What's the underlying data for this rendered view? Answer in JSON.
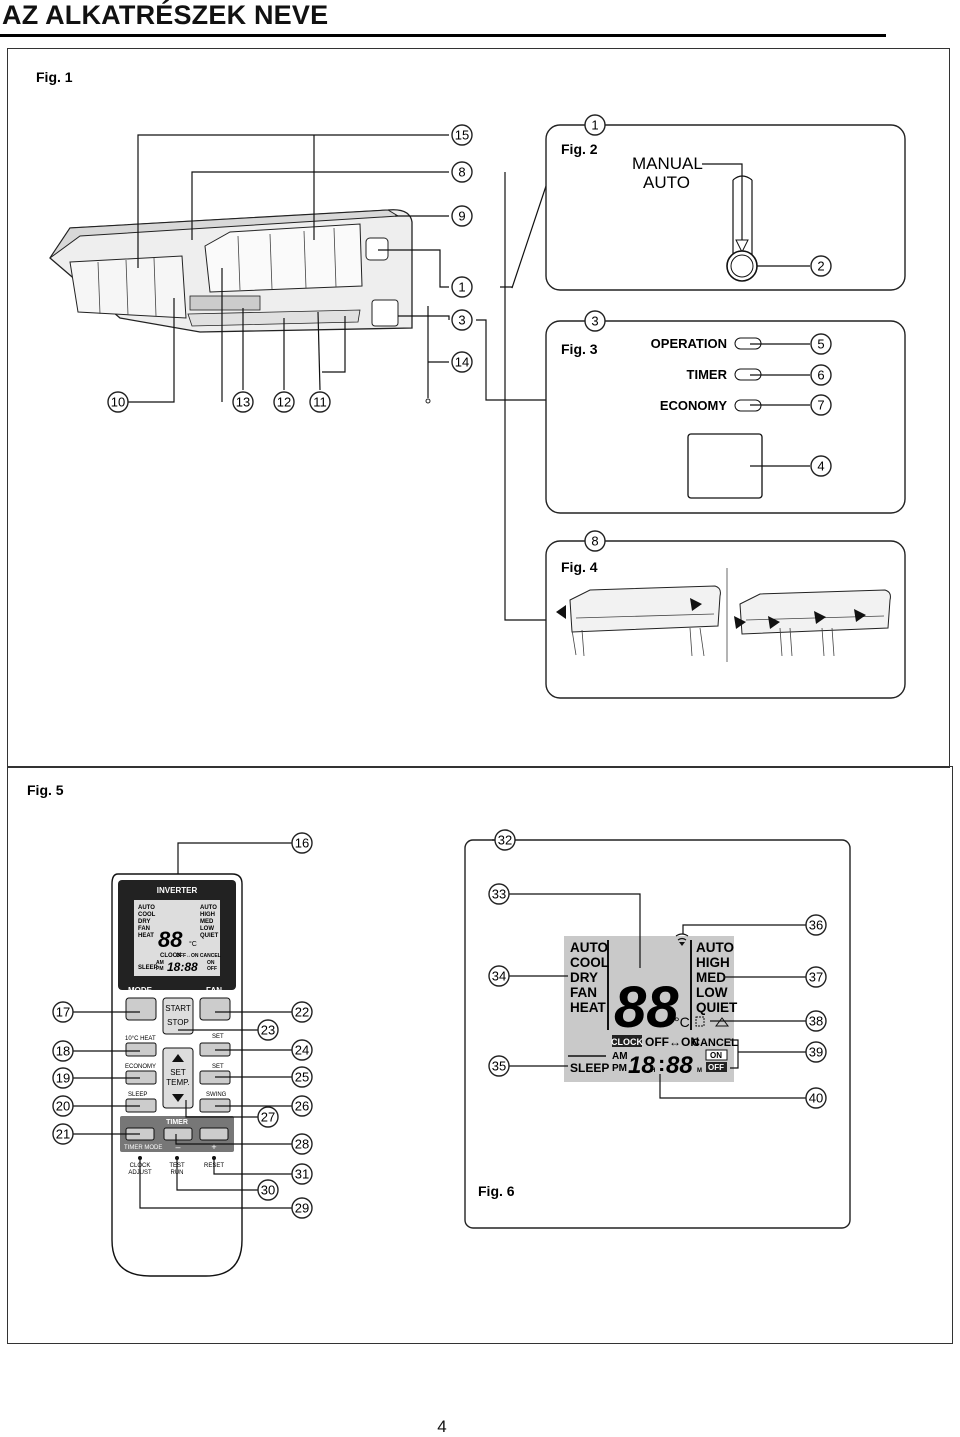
{
  "header": {
    "title": "AZ ALKATRÉSZEK NEVE"
  },
  "page_number": "4",
  "figures": {
    "fig1": "Fig. 1",
    "fig2": "Fig. 2",
    "fig3": "Fig. 3",
    "fig4": "Fig. 4",
    "fig5": "Fig. 5",
    "fig6": "Fig. 6"
  },
  "fig2": {
    "manual_line1": "MANUAL",
    "manual_line2": "AUTO"
  },
  "fig3": {
    "operation": "OPERATION",
    "timer": "TIMER",
    "economy": "ECONOMY"
  },
  "remote": {
    "brand": "INVERTER",
    "mode": "MODE",
    "fan": "FAN",
    "start": "START",
    "stop": "STOP",
    "heat10": "10°C HEAT",
    "economy": "ECONOMY",
    "sleep": "SLEEP",
    "set_temp1": "SET",
    "set_temp2": "TEMP.",
    "set_fan": "SET",
    "set_swing": "SET",
    "swing": "SWING",
    "timer": "TIMER",
    "timer_mode": "TIMER MODE",
    "minus": "–",
    "plus": "+",
    "clock1": "CLOCK",
    "clock2": "ADJUST",
    "test1": "TEST",
    "test2": "RUN",
    "reset": "RESET",
    "lcd_modes": [
      "AUTO",
      "COOL",
      "DRY",
      "FAN",
      "HEAT"
    ],
    "lcd_fans": [
      "AUTO",
      "HIGH",
      "MED",
      "LOW",
      "QUIET"
    ],
    "lcd_digits": "88",
    "lcd_unit": "°C",
    "lcd_clock": "CLOCK",
    "lcd_offon": "OFF↔ON CANCEL",
    "lcd_sleep": "SLEEP",
    "lcd_am": "AM",
    "lcd_pm": "PM",
    "lcd_time": "18:88",
    "lcd_on": "ON",
    "lcd_off": "OFF"
  },
  "lcd": {
    "modes": [
      "AUTO",
      "COOL",
      "DRY",
      "FAN",
      "HEAT"
    ],
    "fans": [
      "AUTO",
      "HIGH",
      "MED",
      "LOW",
      "QUIET"
    ],
    "digits": "88",
    "unit": "°C",
    "clock": "CLOCK",
    "offon": "OFF↔ON",
    "cancel": "CANCEL",
    "sleep": "SLEEP",
    "am": "AM",
    "pm": "PM",
    "time_h": "18",
    "h": "H",
    "colon": ":",
    "time_m": "88",
    "m": "M",
    "on": "ON",
    "off": "OFF"
  },
  "callouts": [
    "1",
    "2",
    "3",
    "4",
    "5",
    "6",
    "7",
    "8",
    "9",
    "10",
    "11",
    "12",
    "13",
    "14",
    "15",
    "16",
    "17",
    "18",
    "19",
    "20",
    "21",
    "22",
    "23",
    "24",
    "25",
    "26",
    "27",
    "28",
    "29",
    "30",
    "31",
    "32",
    "33",
    "34",
    "35",
    "36",
    "37",
    "38",
    "39",
    "40"
  ]
}
